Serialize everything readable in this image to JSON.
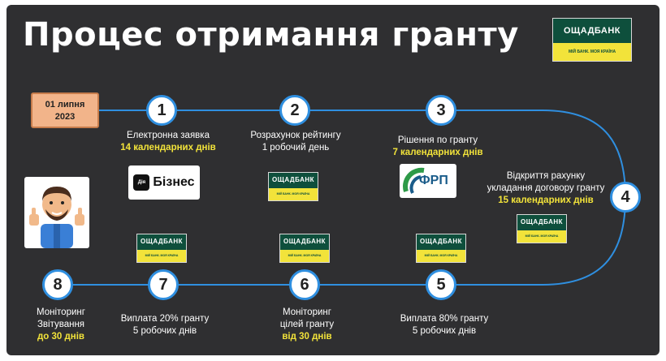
{
  "title": "Процес отримання гранту",
  "logo": {
    "brand": "ОЩАДБАНК",
    "tagline": "МІЙ БАНК. МОЯ КРАЇНА"
  },
  "start_date": {
    "line1": "01 липня",
    "line2": "2023"
  },
  "steps": [
    {
      "number": "1",
      "title": "Електронна заявка",
      "duration": "14 календарних днів",
      "duration_highlight": true
    },
    {
      "number": "2",
      "title": "Розрахунок рейтингу",
      "duration": "1 робочий день",
      "duration_highlight": false
    },
    {
      "number": "3",
      "title": "Рішення по гранту",
      "duration": "7 календарних днів",
      "duration_highlight": true
    },
    {
      "number": "4",
      "title_line1": "Відкриття рахунку",
      "title_line2": "укладання договору гранту",
      "duration": "15 календарних днів",
      "duration_highlight": true
    },
    {
      "number": "5",
      "title": "Виплата 80% гранту",
      "duration": "5 робочих днів",
      "duration_highlight": false
    },
    {
      "number": "6",
      "title_line1": "Моніторинг",
      "title_line2": "цілей гранту",
      "duration": "від 30 днів",
      "duration_highlight": true
    },
    {
      "number": "7",
      "title": "Виплата 20% гранту",
      "duration": "5 робочих днів",
      "duration_highlight": false
    },
    {
      "number": "8",
      "title_line1": "Моніторинг",
      "title_line2": "Звітування",
      "duration": "до 30 днів",
      "duration_highlight": true
    }
  ],
  "biznes_logo": {
    "badge": "Дія",
    "text": "Бізнес"
  },
  "frp_logo": {
    "text": "ФРП"
  },
  "colors": {
    "background": "#2f2f31",
    "path": "#2f8fe0",
    "highlight": "#f2e33a",
    "bank_green": "#0e4f3c",
    "date_box": "#f2b48a"
  }
}
